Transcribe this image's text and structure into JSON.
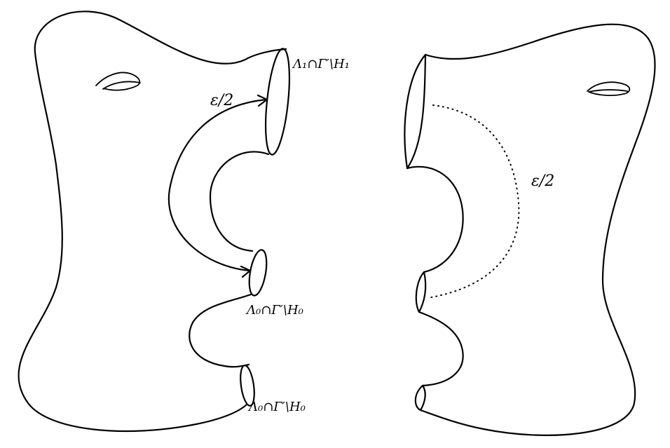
{
  "diagram": {
    "left_surface": {
      "labels": {
        "top_boundary": "Λ₁∩Γ′\\H₁",
        "middle_boundary": "Λ₀∩Γ′\\H₀",
        "bottom_boundary": "Λ₀∩Γ′\\H₀",
        "path_length": "ε/2"
      }
    },
    "right_surface": {
      "labels": {
        "path_length": "ε/2"
      }
    },
    "colors": {
      "ink": "#000000",
      "paper": "#ffffff"
    }
  }
}
